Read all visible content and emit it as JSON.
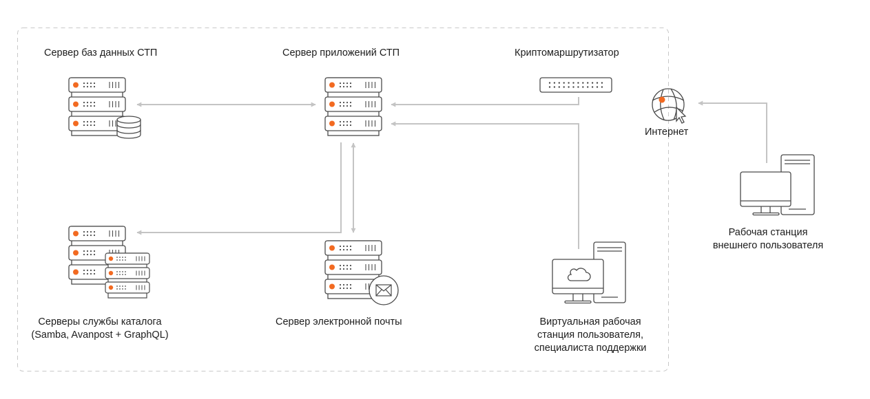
{
  "colors": {
    "accent": "#f26a21",
    "stroke": "#4a4a4a",
    "connector": "#c4c4c4",
    "boundary": "#c8c8c8"
  },
  "nodes": {
    "db_server": {
      "label": "Сервер баз данных СТП",
      "icon": "server-database-icon"
    },
    "app_server": {
      "label": "Сервер приложений СТП",
      "icon": "server-stack-icon"
    },
    "crypto_router": {
      "label": "Криптомаршрутизатор",
      "icon": "router-icon"
    },
    "internet": {
      "label": "Интернет",
      "icon": "globe-cursor-icon"
    },
    "catalog_servers": {
      "label_line1": "Серверы службы каталога",
      "label_line2": "(Samba, Avanpost + GraphQL)",
      "icon": "server-cluster-icon"
    },
    "mail_server": {
      "label": "Сервер электронной почты",
      "icon": "server-mail-icon"
    },
    "virtual_workstation": {
      "label_line1": "Виртуальная рабочая",
      "label_line2": "станция пользователя,",
      "label_line3": "специалиста поддержки",
      "icon": "workstation-cloud-icon"
    },
    "external_workstation": {
      "label_line1": "Рабочая станция",
      "label_line2": "внешнего пользователя",
      "icon": "workstation-icon"
    }
  },
  "connections": [
    {
      "from": "db_server",
      "to": "app_server",
      "direction": "bidirectional"
    },
    {
      "from": "crypto_router",
      "to": "app_server",
      "direction": "one-way"
    },
    {
      "from": "virtual_workstation",
      "to": "app_server",
      "direction": "one-way"
    },
    {
      "from": "app_server",
      "to": "catalog_servers",
      "direction": "one-way"
    },
    {
      "from": "app_server",
      "to": "mail_server",
      "direction": "bidirectional"
    },
    {
      "from": "external_workstation",
      "to": "internet",
      "direction": "one-way"
    }
  ]
}
